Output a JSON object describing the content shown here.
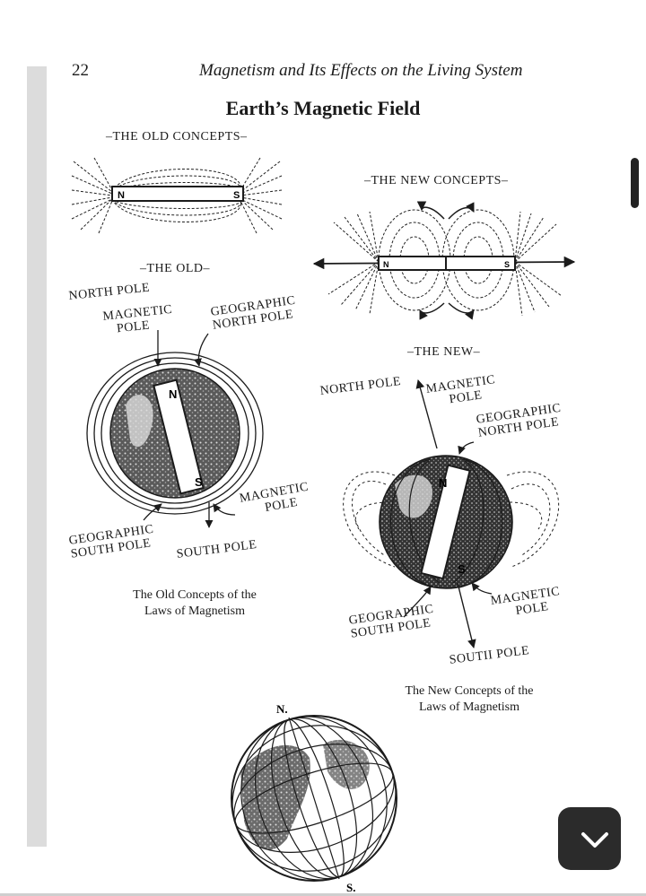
{
  "page": {
    "number": "22",
    "running_head": "Magnetism and Its Effects on the Living System",
    "title": "Earth’s Magnetic Field"
  },
  "bar_magnet_diagrams": {
    "old_concepts_heading": "–THE OLD CONCEPTS–",
    "new_concepts_heading": "–THE NEW CONCEPTS–",
    "pole_n": "N",
    "pole_s": "S"
  },
  "old_globe": {
    "heading": "–THE OLD–",
    "north_pole": "NORTH POLE",
    "magnetic_pole_top": [
      "MAGNETIC",
      "POLE"
    ],
    "geographic_north_pole": [
      "GEOGRAPHIC",
      "NORTH POLE"
    ],
    "magnetic_pole_bottom": [
      "MAGNETIC",
      "POLE"
    ],
    "geographic_south_pole": [
      "GEOGRAPHIC",
      "SOUTH POLE"
    ],
    "south_pole": "SOUTH POLE",
    "caption": [
      "The Old Concepts of the",
      "Laws of Magnetism"
    ]
  },
  "new_globe": {
    "heading": "–THE NEW–",
    "north_pole": "NORTH POLE",
    "magnetic_pole_top": [
      "MAGNETIC",
      "POLE"
    ],
    "geographic_north_pole": [
      "GEOGRAPHIC",
      "NORTH POLE"
    ],
    "geographic_south_pole": [
      "GEOGRAPHIC",
      "SOUTH POLE"
    ],
    "magnetic_pole_bottom": [
      "MAGNETIC",
      "POLE"
    ],
    "south_pole": "SOUTII POLE",
    "caption": [
      "The New Concepts of the",
      "Laws of Magnetism"
    ]
  },
  "grid_globe": {
    "north": "N.",
    "south": "S."
  },
  "ui": {
    "scroll_button_icon": "chevron-down-icon"
  }
}
